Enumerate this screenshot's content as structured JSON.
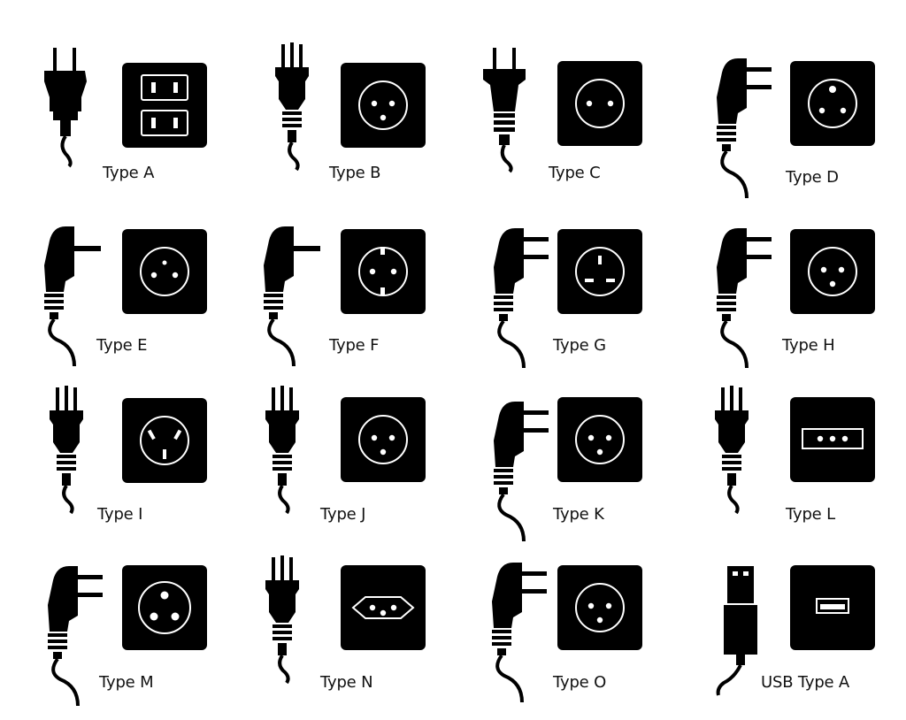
{
  "colors": {
    "ink": "#000000",
    "paper": "#ffffff"
  },
  "items": [
    {
      "label": "Type A",
      "plug_icon": "us-flat-two-pin-plug-icon",
      "socket_icon": "dual-flat-slot-socket-icon"
    },
    {
      "label": "Type B",
      "plug_icon": "three-pin-plug-icon",
      "socket_icon": "three-hole-socket-icon"
    },
    {
      "label": "Type C",
      "plug_icon": "europlug-round-pin-icon",
      "socket_icon": "two-round-hole-socket-icon"
    },
    {
      "label": "Type D",
      "plug_icon": "angled-plug-icon",
      "socket_icon": "triangle-three-hole-socket-icon"
    },
    {
      "label": "Type E",
      "plug_icon": "angled-plug-icon",
      "socket_icon": "earth-pin-socket-icon"
    },
    {
      "label": "Type F",
      "plug_icon": "angled-plug-icon",
      "socket_icon": "schuko-socket-icon"
    },
    {
      "label": "Type G",
      "plug_icon": "angled-plug-icon",
      "socket_icon": "three-rectangular-slot-socket-icon"
    },
    {
      "label": "Type H",
      "plug_icon": "angled-plug-icon",
      "socket_icon": "three-hole-socket-icon"
    },
    {
      "label": "Type I",
      "plug_icon": "three-pin-plug-icon",
      "socket_icon": "angled-slot-socket-icon"
    },
    {
      "label": "Type J",
      "plug_icon": "three-pin-plug-icon",
      "socket_icon": "three-hole-socket-icon"
    },
    {
      "label": "Type K",
      "plug_icon": "angled-plug-icon",
      "socket_icon": "three-hole-socket-icon"
    },
    {
      "label": "Type L",
      "plug_icon": "three-pin-plug-icon",
      "socket_icon": "inline-three-hole-socket-icon"
    },
    {
      "label": "Type M",
      "plug_icon": "angled-plug-icon",
      "socket_icon": "large-three-hole-socket-icon"
    },
    {
      "label": "Type N",
      "plug_icon": "three-pin-plug-icon",
      "socket_icon": "hexagonal-three-hole-socket-icon"
    },
    {
      "label": "Type O",
      "plug_icon": "angled-plug-icon",
      "socket_icon": "three-hole-socket-icon"
    },
    {
      "label": "USB Type A",
      "plug_icon": "usb-plug-icon",
      "socket_icon": "usb-port-icon"
    }
  ]
}
